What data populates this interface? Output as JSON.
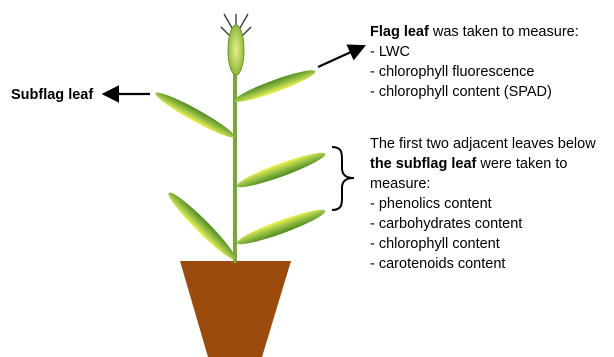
{
  "subflag_label": "Subflag leaf",
  "flag_block": {
    "title_bold": "Flag leaf",
    "title_rest": " was taken to measure:",
    "items": [
      "- LWC",
      "- chlorophyll fluorescence",
      "- chlorophyll content (SPAD)"
    ]
  },
  "lower_block": {
    "line1": "The first two adjacent leaves below",
    "line2_bold": "the subflag leaf",
    "line2_rest": " were taken to",
    "line3": "measure:",
    "items": [
      "- phenolics content",
      "- carbohydrates content",
      "- chlorophyll content",
      "- carotenoids content"
    ]
  },
  "colors": {
    "stem": "#77a83a",
    "leaf_dark": "#4e8a1e",
    "leaf_light": "#f2f24a",
    "pot": "#9c4b0c"
  }
}
